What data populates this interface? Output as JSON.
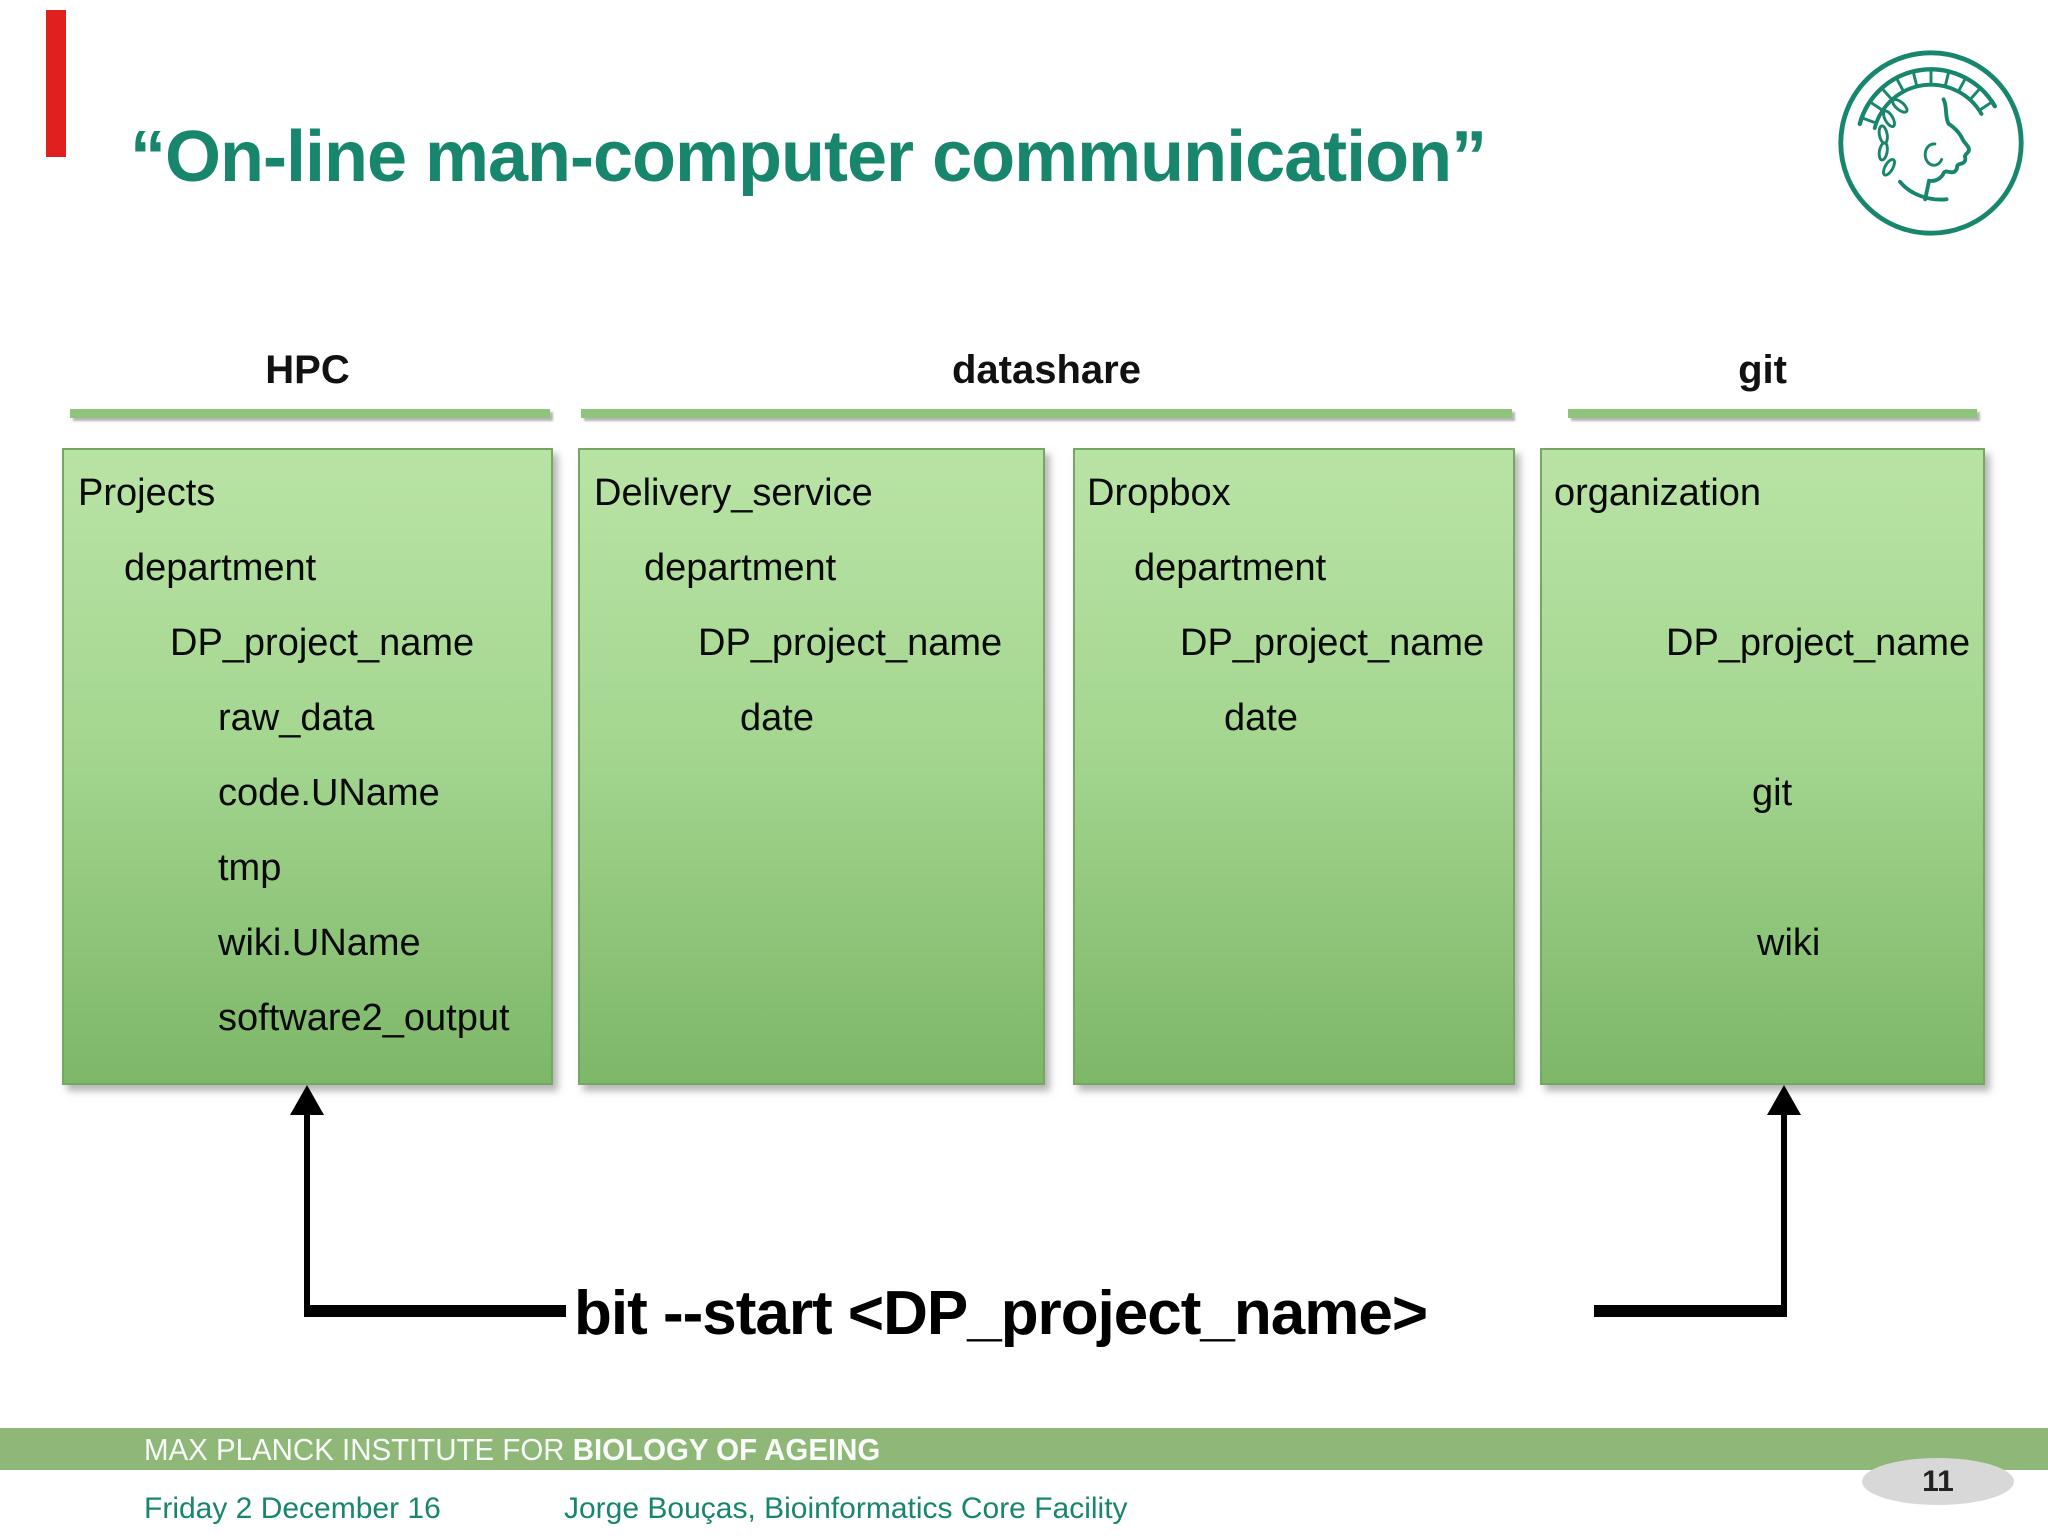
{
  "slide": {
    "title": "“On-line man-computer communication”",
    "columns": [
      {
        "header": "HPC"
      },
      {
        "header": "datashare"
      },
      {
        "header": "git"
      }
    ],
    "boxes": [
      {
        "column": "HPC",
        "lines": [
          {
            "text": "Projects",
            "row": 0,
            "indent": 14
          },
          {
            "text": "department",
            "row": 1,
            "indent": 60
          },
          {
            "text": "DP_project_name",
            "row": 2,
            "indent": 106
          },
          {
            "text": "raw_data",
            "row": 3,
            "indent": 154
          },
          {
            "text": "code.UName",
            "row": 4,
            "indent": 154
          },
          {
            "text": "tmp",
            "row": 5,
            "indent": 154
          },
          {
            "text": "wiki.UName",
            "row": 6,
            "indent": 154
          },
          {
            "text": "software2_output",
            "row": 7,
            "indent": 154
          }
        ]
      },
      {
        "column": "datashare",
        "lines": [
          {
            "text": "Delivery_service",
            "row": 0,
            "indent": 14
          },
          {
            "text": "department",
            "row": 1,
            "indent": 64
          },
          {
            "text": "DP_project_name",
            "row": 2,
            "indent": 118
          },
          {
            "text": "date",
            "row": 3,
            "indent": 160
          }
        ]
      },
      {
        "column": "datashare",
        "lines": [
          {
            "text": "Dropbox",
            "row": 0,
            "indent": 12
          },
          {
            "text": "department",
            "row": 1,
            "indent": 59
          },
          {
            "text": "DP_project_name",
            "row": 2,
            "indent": 105
          },
          {
            "text": "date",
            "row": 3,
            "indent": 149
          }
        ]
      },
      {
        "column": "git",
        "lines": [
          {
            "text": "organization",
            "row": 0,
            "indent": 12
          },
          {
            "text": "DP_project_name",
            "row": 2,
            "indent": 124
          },
          {
            "text": "git",
            "row": 4,
            "indent": 210
          },
          {
            "text": "wiki",
            "row": 6,
            "indent": 215
          }
        ]
      }
    ],
    "command": "bit --start <DP_project_name>",
    "footer_bar": {
      "institute_regular": "MAX PLANCK INSTITUTE FOR ",
      "institute_bold": "BIOLOGY OF AGEING"
    },
    "date": "Friday 2 December 16",
    "credit": "Jorge Bouças, Bioinformatics Core Facility",
    "page_number": "11",
    "colors": {
      "accent_teal": "#17866d",
      "box_gradient_top": "#b9e3a5",
      "box_gradient_bottom": "#7db768",
      "underline_green": "#8fc47c",
      "footer_bar_green": "#8fb878",
      "red_marker": "#e01f1f",
      "page_badge_gray": "#d8d8d8"
    }
  }
}
